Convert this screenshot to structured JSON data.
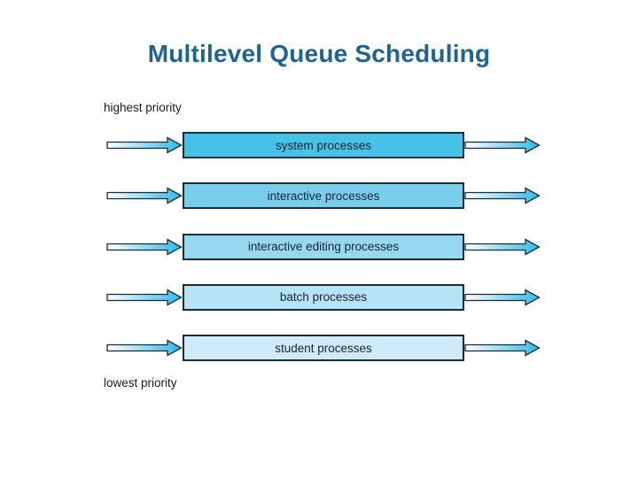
{
  "slide": {
    "title": "Multilevel Queue Scheduling",
    "title_color": "#1D6492",
    "background_color": "#FFFFFF"
  },
  "diagram": {
    "top_label": "highest priority",
    "bottom_label": "lowest priority",
    "label_color": "#1A1A1A",
    "border_color": "#1C2B38",
    "box_text_color": "#1A2433",
    "arrow_icon": "right-arrow",
    "arrow_gradient_start": "#FFFFFF",
    "arrow_gradient_end": "#2FB9E7",
    "queues": [
      {
        "label": "system processes",
        "fill": "#46C2E9"
      },
      {
        "label": "interactive processes",
        "fill": "#79CEED"
      },
      {
        "label": "interactive editing processes",
        "fill": "#97D8F1"
      },
      {
        "label": "batch processes",
        "fill": "#B7E3F6"
      },
      {
        "label": "student processes",
        "fill": "#CFEBF9"
      }
    ]
  }
}
